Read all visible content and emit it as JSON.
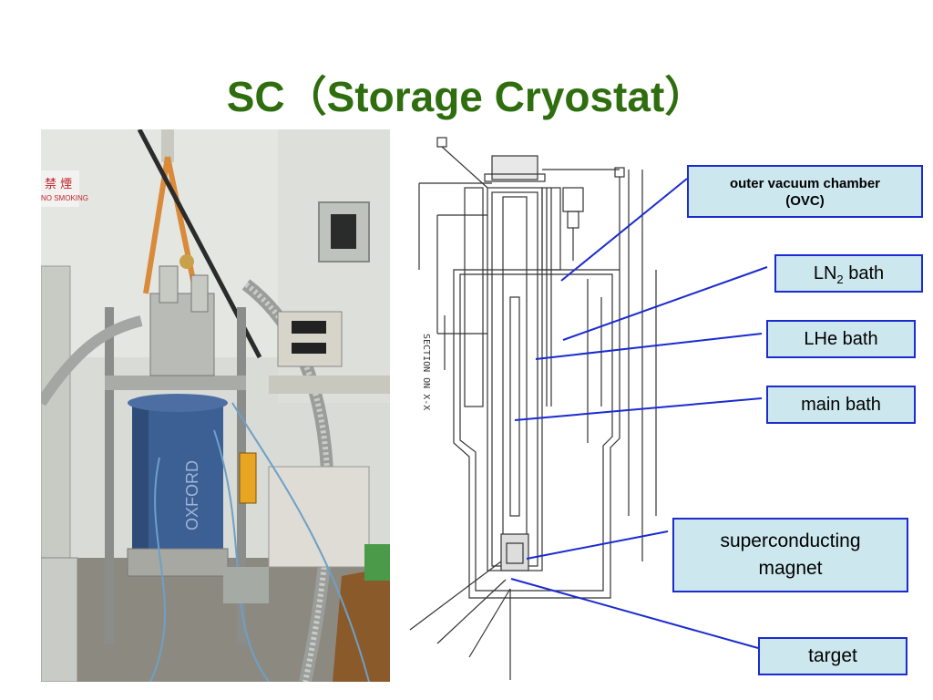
{
  "slide": {
    "title": "SC（Storage Cryostat）"
  },
  "photo": {
    "sign_text": "禁 煙",
    "sign_text_en": "NO SMOKING",
    "tank_label": "OXFORD"
  },
  "diagram": {
    "section_label": "SECTION ON X-X"
  },
  "callouts": [
    {
      "line1": "outer vacuum  chamber",
      "line2": "(OVC)"
    },
    {
      "main": "LN",
      "sub": "2",
      "rest": " bath"
    },
    {
      "line1": "LHe bath"
    },
    {
      "line1": "main bath"
    },
    {
      "line1": "superconducting",
      "line2": "magnet"
    },
    {
      "line1": "target"
    }
  ],
  "colors": {
    "title": "#2e6e0e",
    "callout_fill": "#cce8ee",
    "callout_border": "#1b2bd0",
    "pointer_line": "#1b2bd0"
  }
}
